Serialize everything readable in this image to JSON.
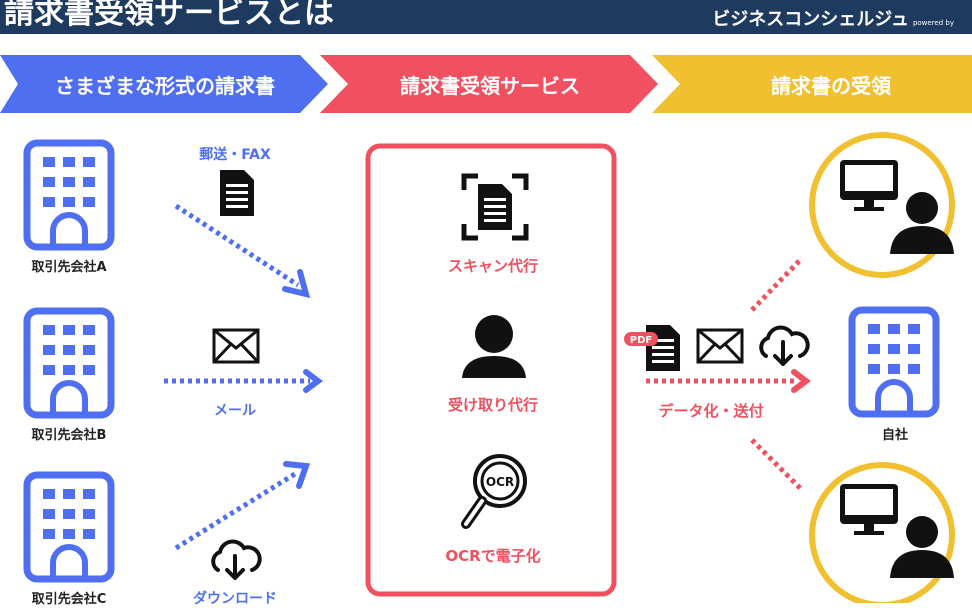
{
  "header": {
    "title": "請求書受領サービスとは",
    "brand": "ビジネスコンシェルジュ",
    "powered": "powered by"
  },
  "stages": [
    {
      "label": "さまざまな形式の請求書"
    },
    {
      "label": "請求書受領サービス"
    },
    {
      "label": "請求書の受領"
    }
  ],
  "senders": [
    {
      "label": "取引先会社A"
    },
    {
      "label": "取引先会社B"
    },
    {
      "label": "取引先会社C"
    }
  ],
  "channels": [
    {
      "label": "郵送・FAX"
    },
    {
      "label": "メール"
    },
    {
      "label": "ダウンロード"
    }
  ],
  "service_steps": [
    {
      "label": "スキャン代行"
    },
    {
      "label": "受け取り代行"
    },
    {
      "label": "OCRで電子化"
    }
  ],
  "ocr_badge": "OCR",
  "pdf_badge": "PDF",
  "output": {
    "label": "データ化・送付"
  },
  "receiver": {
    "label": "自社"
  },
  "colors": {
    "header": "#1f3a5f",
    "blue": "#4f6ff0",
    "red": "#f0505f",
    "yellow": "#f0c030"
  }
}
